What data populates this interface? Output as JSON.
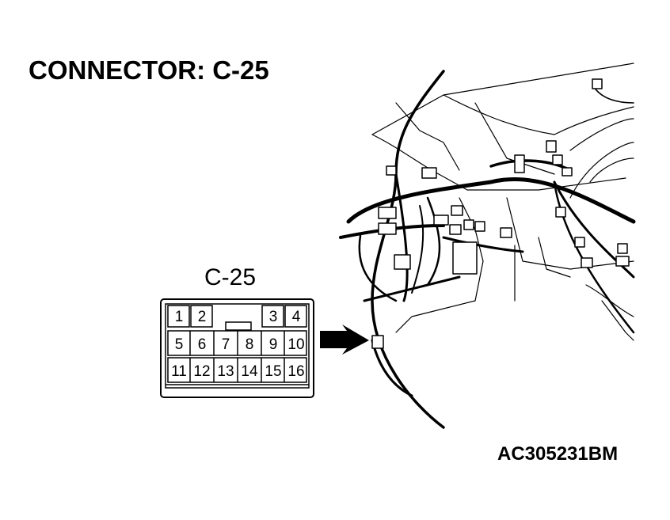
{
  "title": "CONNECTOR: C-25",
  "connector_label": "C-25",
  "reference_code": "AC305231BM",
  "pins": {
    "row1": [
      "1",
      "2",
      "3",
      "4"
    ],
    "row2": [
      "5",
      "6",
      "7",
      "8",
      "9",
      "10"
    ],
    "row3": [
      "11",
      "12",
      "13",
      "14",
      "15",
      "16"
    ]
  },
  "icons": [
    "arrow-pointer-icon",
    "wiring-harness-illustration"
  ],
  "colors": {
    "ink": "#000000",
    "background": "#ffffff"
  }
}
